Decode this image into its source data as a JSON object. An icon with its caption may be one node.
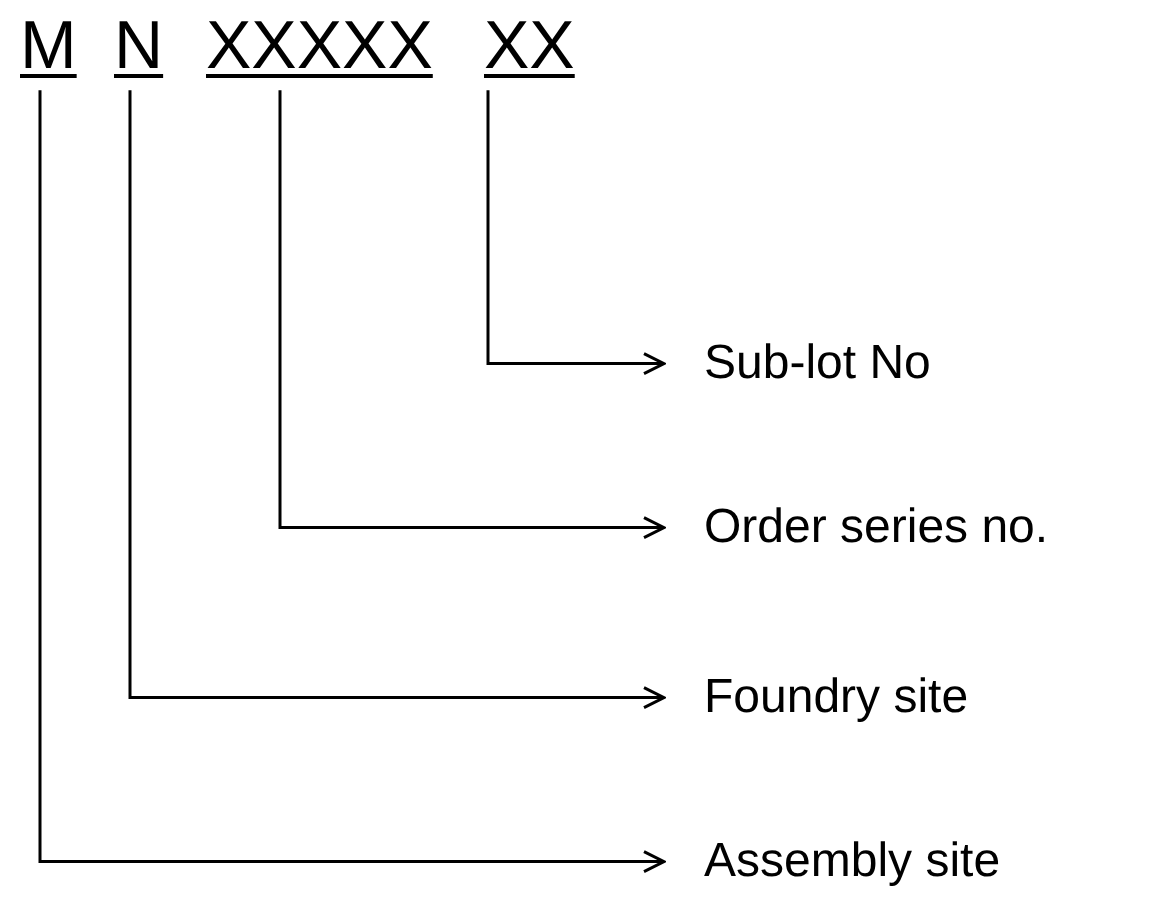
{
  "diagram": {
    "nodes": [
      {
        "text": [
          "M"
        ]
      },
      {
        "text": [
          "N"
        ]
      },
      {
        "text": [
          "XXXXX"
        ]
      },
      {
        "text": [
          "XX"
        ]
      },
      {
        "text": [
          "Sub-lot No"
        ]
      },
      {
        "text": [
          "Order series no."
        ]
      },
      {
        "text": [
          "Foundry site"
        ]
      },
      {
        "text": [
          "Assembly site"
        ]
      }
    ],
    "edges": [
      {
        "from": 3,
        "to": 4,
        "arrow": "to"
      },
      {
        "from": 2,
        "to": 5,
        "arrow": "to"
      },
      {
        "from": 1,
        "to": 6,
        "arrow": "to"
      },
      {
        "from": 0,
        "to": 7,
        "arrow": "to"
      }
    ]
  }
}
